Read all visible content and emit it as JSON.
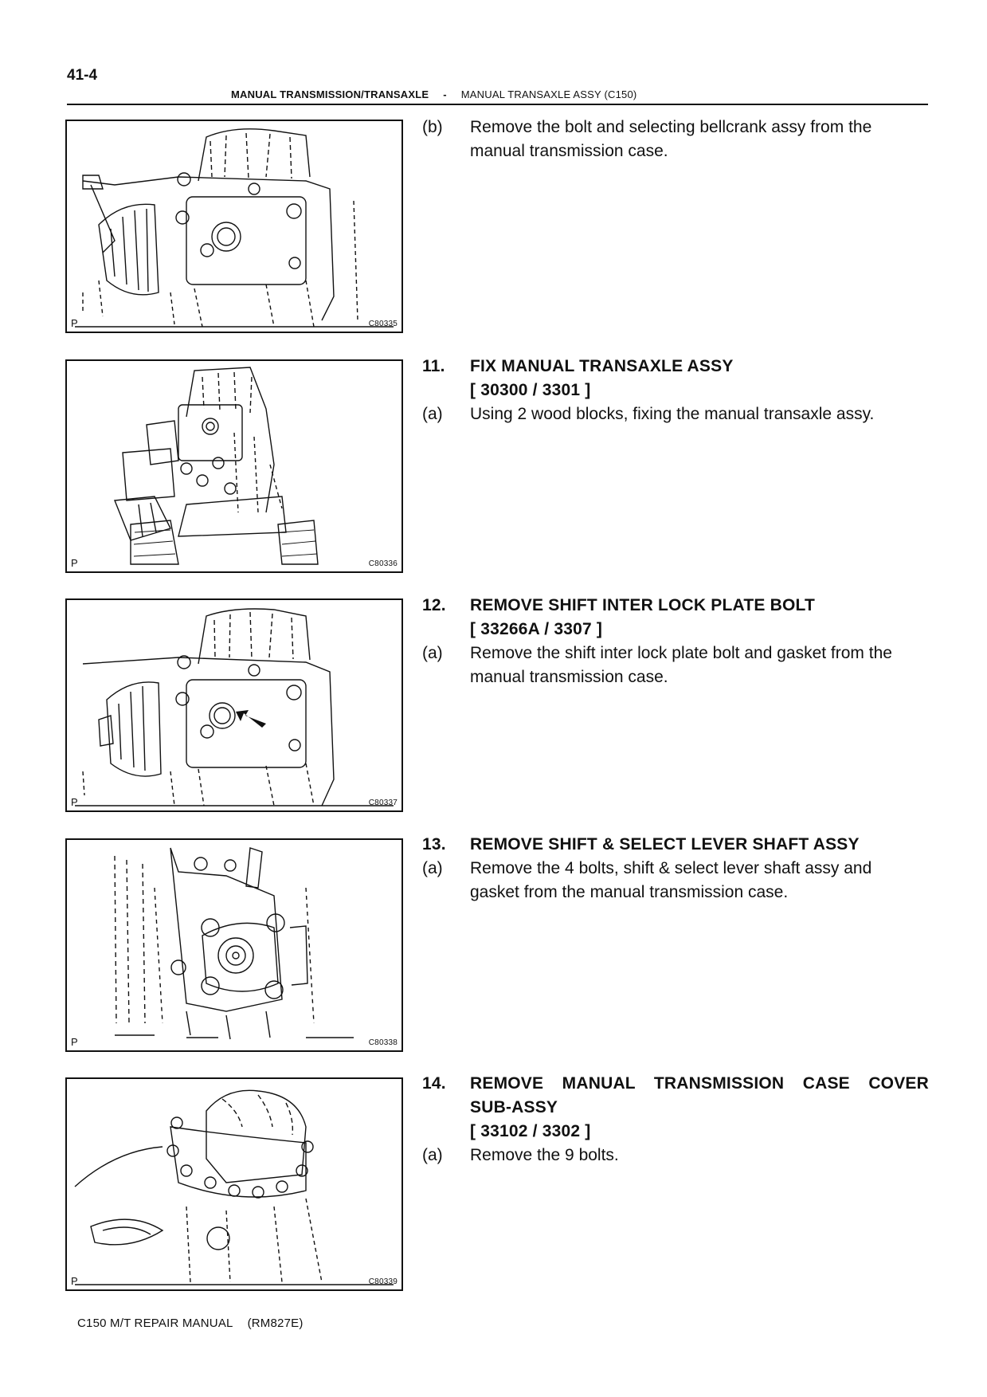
{
  "page_number": "41-4",
  "header": {
    "title": "MANUAL TRANSMISSION/TRANSAXLE",
    "separator": "-",
    "subtitle": "MANUAL TRANSAXLE ASSY (C150)"
  },
  "figures": [
    {
      "label": "P",
      "code": "C80335",
      "icon": "transmission-bellcrank-illustration"
    },
    {
      "label": "P",
      "code": "C80336",
      "icon": "transaxle-on-wood-blocks-illustration"
    },
    {
      "label": "P",
      "code": "C80337",
      "icon": "interlock-plate-bolt-illustration"
    },
    {
      "label": "P",
      "code": "C80338",
      "icon": "shift-select-lever-shaft-illustration"
    },
    {
      "label": "P",
      "code": "C80339",
      "icon": "case-cover-bolts-illustration"
    }
  ],
  "steps": [
    {
      "sub": [
        {
          "label": "(b)",
          "text": "Remove the bolt and selecting bellcrank assy from the",
          "text2": "manual transmission case."
        }
      ]
    },
    {
      "number": "11.",
      "title": "FIX MANUAL TRANSAXLE ASSY",
      "ref": "[ 30300 / 3301 ]",
      "sub": [
        {
          "label": "(a)",
          "text": "Using 2 wood blocks, fixing the manual transaxle assy."
        }
      ]
    },
    {
      "number": "12.",
      "title": "REMOVE SHIFT INTER LOCK PLATE BOLT",
      "ref": "[ 33266A / 3307 ]",
      "sub": [
        {
          "label": "(a)",
          "text": "Remove the shift inter lock plate bolt and gasket from the",
          "text2": "manual transmission case."
        }
      ]
    },
    {
      "number": "13.",
      "title": "REMOVE SHIFT & SELECT LEVER SHAFT ASSY",
      "sub": [
        {
          "label": "(a)",
          "text": "Remove the 4 bolts, shift & select lever shaft assy and",
          "text2": "gasket from the manual transmission case."
        }
      ]
    },
    {
      "number": "14.",
      "title": "REMOVE MANUAL TRANSMISSION CASE COVER",
      "title2": "SUB-ASSY",
      "ref": "[ 33102 / 3302 ]",
      "sub": [
        {
          "label": "(a)",
          "text": "Remove the 9 bolts."
        }
      ]
    }
  ],
  "footer": {
    "manual": "C150 M/T REPAIR MANUAL",
    "code": "(RM827E)"
  }
}
